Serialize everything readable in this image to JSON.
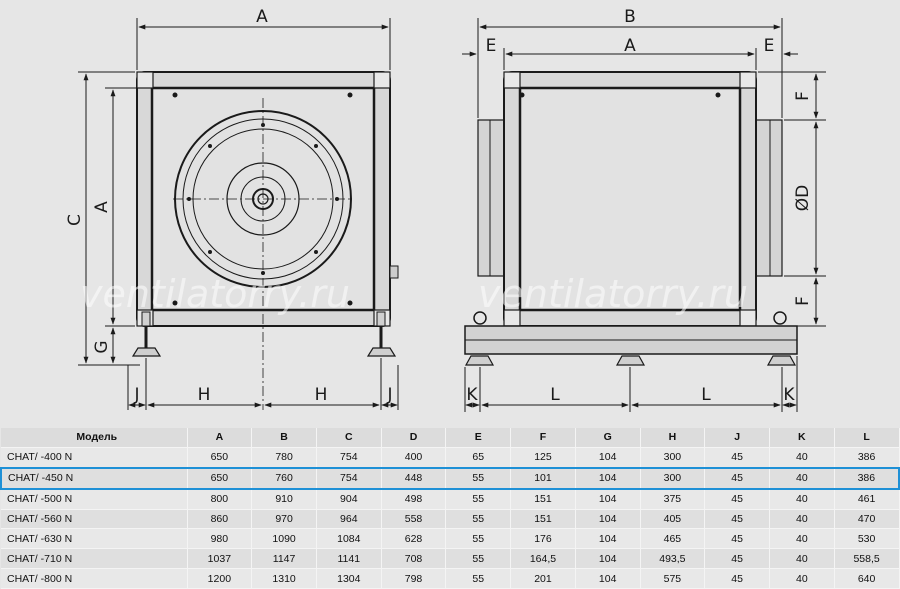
{
  "dimension_labels": {
    "front_width": "A",
    "front_height_inner": "A",
    "front_height_total": "C",
    "foot_height": "G",
    "foot_left": "J",
    "foot_right": "J",
    "half_left": "H",
    "half_right": "H",
    "side_total": "B",
    "side_inner": "A",
    "side_e_left": "E",
    "side_e_right": "E",
    "side_f_top": "F",
    "side_diameter": "ØD",
    "side_f_bottom": "F",
    "side_k_left": "K",
    "side_l_left": "L",
    "side_l_right": "L",
    "side_k_right": "K"
  },
  "watermark": "ventilatorry.ru",
  "table": {
    "headers": [
      "Модель",
      "A",
      "B",
      "C",
      "D",
      "E",
      "F",
      "G",
      "H",
      "J",
      "K",
      "L"
    ],
    "rows": [
      [
        "CHAT/ -400 N",
        "650",
        "780",
        "754",
        "400",
        "65",
        "125",
        "104",
        "300",
        "45",
        "40",
        "386"
      ],
      [
        "CHAT/ -450 N",
        "650",
        "760",
        "754",
        "448",
        "55",
        "101",
        "104",
        "300",
        "45",
        "40",
        "386"
      ],
      [
        "CHAT/ -500 N",
        "800",
        "910",
        "904",
        "498",
        "55",
        "151",
        "104",
        "375",
        "45",
        "40",
        "461"
      ],
      [
        "CHAT/ -560 N",
        "860",
        "970",
        "964",
        "558",
        "55",
        "151",
        "104",
        "405",
        "45",
        "40",
        "470"
      ],
      [
        "CHAT/ -630 N",
        "980",
        "1090",
        "1084",
        "628",
        "55",
        "176",
        "104",
        "465",
        "45",
        "40",
        "530"
      ],
      [
        "CHAT/ -710 N",
        "1037",
        "1147",
        "1141",
        "708",
        "55",
        "164,5",
        "104",
        "493,5",
        "45",
        "40",
        "558,5"
      ],
      [
        "CHAT/ -800 N",
        "1200",
        "1310",
        "1304",
        "798",
        "55",
        "201",
        "104",
        "575",
        "45",
        "40",
        "640"
      ]
    ],
    "highlighted_row": 1,
    "highlight_color": "#1e90d6"
  }
}
